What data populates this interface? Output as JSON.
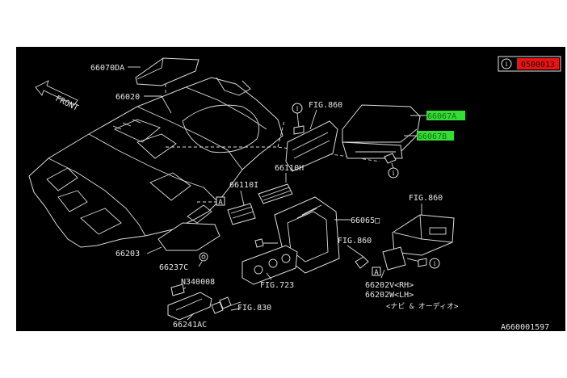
{
  "labels": {
    "p66070DA": "66070DA",
    "p66020": "66020",
    "front": "FRONT",
    "fig860_top": "FIG.860",
    "p66067A": "66067A",
    "p66067B": "66067B",
    "p66110H": "66110H",
    "p66110I": "66110I",
    "p66065": "66065□",
    "fig860_right": "FIG.860",
    "fig860_mid": "FIG.860",
    "p66203": "66203",
    "p66237C": "66237C",
    "n340008": "N340008",
    "fig723": "FIG.723",
    "fig830": "FIG.830",
    "p66241AC": "66241AC",
    "p66202V": "66202V<RH>",
    "p66202W": "66202W<LH>",
    "navi_audio": "<ナビ & オーディオ>",
    "drawing_no": "A660001597"
  },
  "markers": {
    "ref_a": "A",
    "info": "i"
  },
  "badge": {
    "code": "0500013",
    "info_icon": "i"
  },
  "colors": {
    "background": "#000000",
    "line": "#dcdcdc",
    "highlight_green": "#33dd33",
    "badge_red": "#ee1111"
  }
}
